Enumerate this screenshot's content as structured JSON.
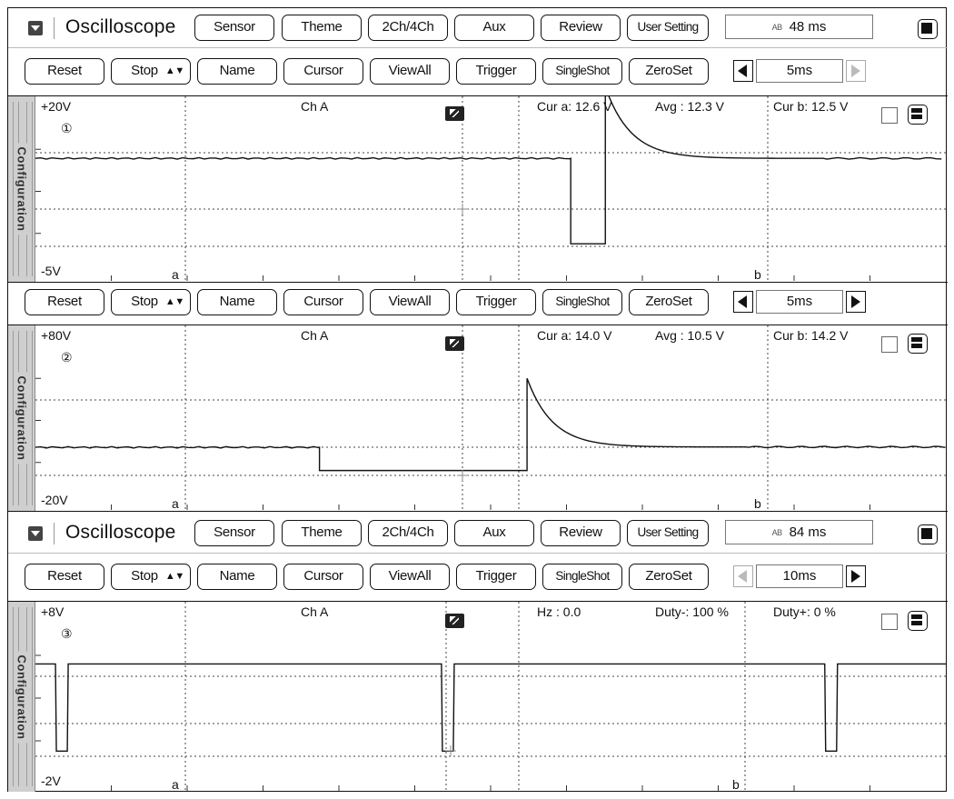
{
  "header": {
    "title": "Oscilloscope",
    "buttons": [
      "Sensor",
      "Theme",
      "2Ch/4Ch",
      "Aux",
      "Review",
      "User Setting"
    ]
  },
  "headers": [
    {
      "time_label": "48 ms",
      "time_prefix": "AB"
    },
    {
      "time_label": "84 ms",
      "time_prefix": "AB"
    }
  ],
  "toolbar": {
    "buttons": [
      "Reset",
      "Stop",
      "Name",
      "Cursor",
      "ViewAll",
      "Trigger",
      "SingleShot",
      "ZeroSet"
    ]
  },
  "toolbars": [
    {
      "timebase": "5ms",
      "left_enabled": true,
      "right_enabled": false
    },
    {
      "timebase": "5ms",
      "left_enabled": true,
      "right_enabled": true
    },
    {
      "timebase": "10ms",
      "left_enabled": false,
      "right_enabled": true
    }
  ],
  "panels": [
    {
      "side_label": "Configuration",
      "ymax": "+20V",
      "ymin": "-5V",
      "channel": "Ch A",
      "marker": "①",
      "readouts": [
        "Cur a: 12.6 V",
        "Avg  : 12.3 V",
        "Cur b: 12.5 V"
      ],
      "cursor_a": "a",
      "cursor_b": "b",
      "trace": {
        "baseline_v": 12.4,
        "dip_v": -0.3,
        "spike_v": 23.0,
        "settle_v": 12.4,
        "vmin": -5,
        "vmax": 20,
        "dip_start_ms": 29.4,
        "dip_end_ms": 31.3,
        "window_ms": 50
      }
    },
    {
      "side_label": "Configuration",
      "ymax": "+80V",
      "ymin": "-20V",
      "channel": "Ch A",
      "marker": "②",
      "readouts": [
        "Cur a: 14.0 V",
        "Avg  : 10.5 V",
        "Cur b: 14.2 V"
      ],
      "cursor_a": "a",
      "cursor_b": "b",
      "trace": {
        "baseline_v": 14.0,
        "dip_v": 0.2,
        "spike_v": 55.0,
        "settle_v": 14.2,
        "vmin": -20,
        "vmax": 80,
        "dip_start_ms": 15.6,
        "dip_end_ms": 27.0,
        "window_ms": 50
      }
    },
    {
      "side_label": "Configuration",
      "ymax": "+8V",
      "ymin": "-2V",
      "channel": "Ch A",
      "marker": "③",
      "readouts": [
        "Hz  : 0.0",
        "Duty-: 100 %",
        "Duty+: 0 %"
      ],
      "cursor_a": "a",
      "cursor_b": "b",
      "trace": {
        "high_v": 5.0,
        "low_v": -0.1,
        "vmin": -2,
        "vmax": 8,
        "pulses_ms": [
          2.2,
          44.6,
          86.7
        ],
        "pulse_width_ms": 1.3,
        "window_ms": 100
      }
    }
  ],
  "colors": {
    "trace": "#111111",
    "grid": "#444444",
    "sidebar": "#cfcfcf"
  }
}
